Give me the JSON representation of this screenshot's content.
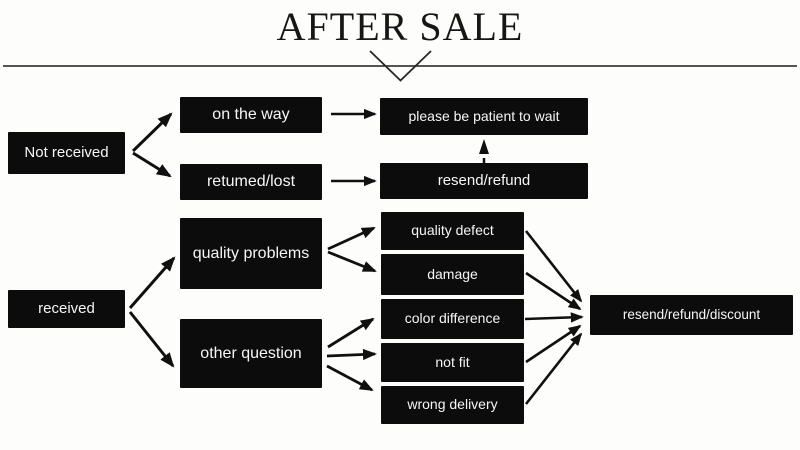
{
  "title": "AFTER SALE",
  "colors": {
    "background": "#fdfdfc",
    "box_bg": "#0c0c0c",
    "box_text": "#f6f6f6",
    "line": "#161616"
  },
  "nodes": {
    "not_received": "Not received",
    "on_the_way": "on the way",
    "returned_lost": "retumed/lost",
    "please_wait": "please be patient to wait",
    "resend_refund": "resend/refund",
    "received": "received",
    "quality_problems": "quality problems",
    "other_question": "other question",
    "quality_defect": "quality defect",
    "damage": "damage",
    "color_difference": "color difference",
    "not_fit": "not fit",
    "wrong_delivery": "wrong delivery",
    "resend_refund_discount": "resend/refund/discount"
  }
}
